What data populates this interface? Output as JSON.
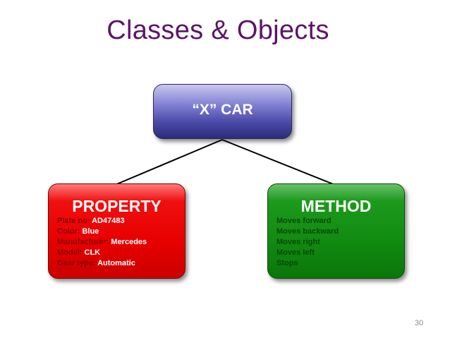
{
  "slide": {
    "title": "Classes & Objects",
    "page_number": "30"
  },
  "diagram": {
    "root": {
      "label": "“X” CAR",
      "color": "#4a4aa8"
    },
    "property": {
      "heading": "PROPERTY",
      "color": "#e80000",
      "items": [
        {
          "key": "Plate no:",
          "value": "AD47483"
        },
        {
          "key": "Color:",
          "value": "Blue"
        },
        {
          "key": "Manufacturer:",
          "value": "Mercedes"
        },
        {
          "key": "Model:",
          "value": "CLK"
        },
        {
          "key": "Gear type:",
          "value": "Automatic"
        }
      ]
    },
    "method": {
      "heading": "METHOD",
      "color": "#118b11",
      "items": [
        "Moves forward",
        "Moves backward",
        "Moves right",
        "Moves left",
        "Stops"
      ]
    }
  }
}
